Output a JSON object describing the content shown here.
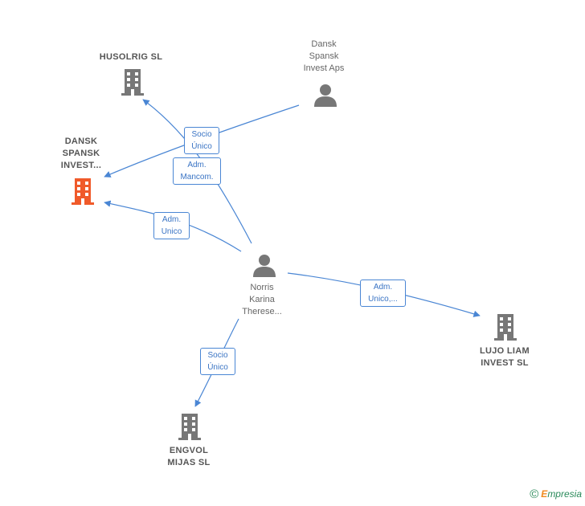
{
  "nodes": {
    "husolrig": {
      "label": "HUSOLRIG  SL",
      "type": "company",
      "color": "#777777"
    },
    "dansk_spansk_invest_sl": {
      "label": "DANSK\nSPANSK\nINVEST...",
      "type": "company",
      "color": "#f05a2a"
    },
    "dansk_spansk_invest_aps": {
      "label": "Dansk\nSpansk\nInvest Aps",
      "type": "person"
    },
    "norris": {
      "label": "Norris\nKarina\nTherese...",
      "type": "person"
    },
    "lujo_liam": {
      "label": "LUJO LIAM\nINVEST  SL",
      "type": "company",
      "color": "#777777"
    },
    "engvol": {
      "label": "ENGVOL\nMIJAS  SL",
      "type": "company",
      "color": "#777777"
    }
  },
  "edges": [
    {
      "id": "aps_to_dansk",
      "label": "Socio\nÚnico"
    },
    {
      "id": "norris_to_husolrig",
      "label": "Adm.\nMancom."
    },
    {
      "id": "norris_to_dansk",
      "label": "Adm.\nUnico"
    },
    {
      "id": "norris_to_lujo",
      "label": "Adm.\nUnico,..."
    },
    {
      "id": "norris_to_engvol",
      "label": "Socio\nÚnico"
    }
  ],
  "colors": {
    "edge": "#4a86d4",
    "highlight_company": "#f05a2a",
    "company": "#777777",
    "person": "#777777"
  },
  "brand": {
    "copyright": "©",
    "initial": "E",
    "rest": "mpresia"
  }
}
